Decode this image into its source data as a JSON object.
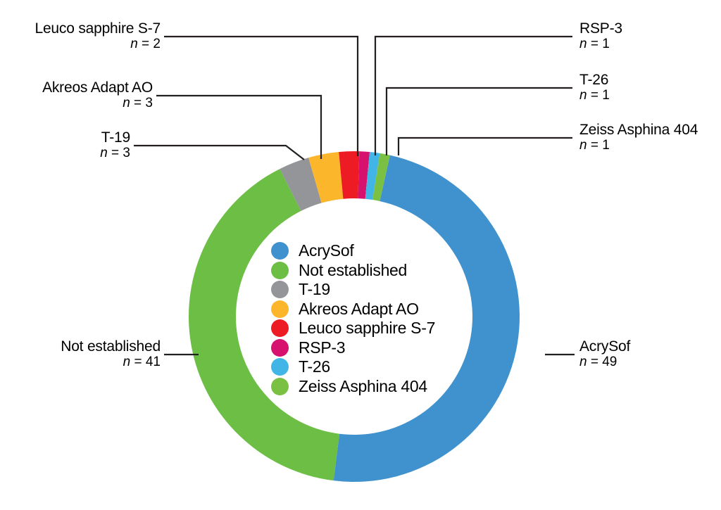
{
  "chart_data": {
    "type": "pie",
    "title": "",
    "subtitle": "",
    "xlabel": "",
    "ylabel": "",
    "donut": true,
    "total": 101,
    "legend_position": "center",
    "grid": false,
    "categories": [
      "AcrySof",
      "Not established",
      "T-19",
      "Akreos Adapt AO",
      "Leuco sapphire S-7",
      "RSP-3",
      "T-26",
      "Zeiss Asphina 404"
    ],
    "values": [
      49,
      41,
      3,
      3,
      2,
      1,
      1,
      1
    ],
    "colors": [
      "#3f92cd",
      "#6dbe45",
      "#939598",
      "#fbb62b",
      "#ed1c24",
      "#d6116e",
      "#41b6e6",
      "#7ac143"
    ],
    "slices": [
      {
        "label": "AcrySof",
        "n": 49,
        "color": "#3f92cd"
      },
      {
        "label": "Not established",
        "n": 41,
        "color": "#6dbe45"
      },
      {
        "label": "T-19",
        "n": 3,
        "color": "#939598"
      },
      {
        "label": "Akreos Adapt AO",
        "n": 3,
        "color": "#fbb62b"
      },
      {
        "label": "Leuco sapphire S-7",
        "n": 2,
        "color": "#ed1c24"
      },
      {
        "label": "RSP-3",
        "n": 1,
        "color": "#d6116e"
      },
      {
        "label": "T-26",
        "n": 1,
        "color": "#41b6e6"
      },
      {
        "label": "Zeiss Asphina 404",
        "n": 1,
        "color": "#7ac143"
      }
    ]
  },
  "legend": {
    "items": [
      {
        "label": "AcrySof",
        "color": "#3f92cd"
      },
      {
        "label": "Not established",
        "color": "#6dbe45"
      },
      {
        "label": "T-19",
        "color": "#939598"
      },
      {
        "label": "Akreos Adapt AO",
        "color": "#fbb62b"
      },
      {
        "label": "Leuco sapphire S-7",
        "color": "#ed1c24"
      },
      {
        "label": "RSP-3",
        "color": "#d6116e"
      },
      {
        "label": "T-26",
        "color": "#41b6e6"
      },
      {
        "label": "Zeiss Asphina 404",
        "color": "#7ac143"
      }
    ]
  },
  "callouts": {
    "leuco": {
      "name": "Leuco sapphire S-7",
      "n_label": "n = 2",
      "n_prefix": "n",
      "n_value": "= 2"
    },
    "akreos": {
      "name": "Akreos Adapt AO",
      "n_label": "n = 3",
      "n_prefix": "n",
      "n_value": "= 3"
    },
    "t19": {
      "name": "T-19",
      "n_label": "n = 3",
      "n_prefix": "n",
      "n_value": "= 3"
    },
    "rsp3": {
      "name": "RSP-3",
      "n_label": "n = 1",
      "n_prefix": "n",
      "n_value": "= 1"
    },
    "t26": {
      "name": "T-26",
      "n_label": "n = 1",
      "n_prefix": "n",
      "n_value": "= 1"
    },
    "zeiss": {
      "name": "Zeiss Asphina 404",
      "n_label": "n = 1",
      "n_prefix": "n",
      "n_value": "= 1"
    },
    "notest": {
      "name": "Not established",
      "n_label": "n = 41",
      "n_prefix": "n",
      "n_value": "= 41"
    },
    "acrysof": {
      "name": "AcrySof",
      "n_label": "n = 49",
      "n_prefix": "n",
      "n_value": "= 49"
    }
  }
}
